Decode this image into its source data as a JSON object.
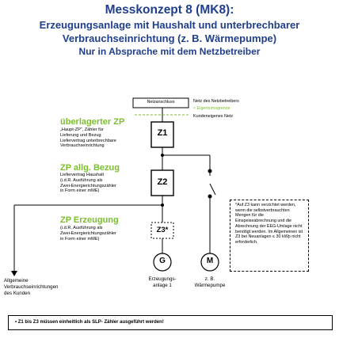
{
  "title": {
    "line1": "Messkonzept 8 (MK8):",
    "line2": "Erzeugungsanlage mit Haushalt und unterbrechbarer",
    "line3": "Verbrauchseinrichtung  (z. B. Wärmepumpe)",
    "line4": "Nur in Absprache mit dem Netzbetreiber"
  },
  "grid": {
    "connection_label": "Netzanschluss",
    "operator_net": "Netz des Netzbetreibers",
    "ownership_boundary": "< Eigentumsgrenze",
    "customer_net": "Kundeneigenes Netz"
  },
  "meters": {
    "z1": "Z1",
    "z2": "Z2",
    "z3": "Z3*"
  },
  "sections": {
    "upstream": {
      "heading": "überlagerter ZP",
      "text": "„Haupt-ZP“, Zähler für\nLieferung und Bezug\nLiefervertrag unterbrechbare\nVerbrauchseinrichtung"
    },
    "supply": {
      "heading": "ZP allg. Bezug",
      "text": "Liefervertrag Haushalt\n(i.d.R. Ausführung als\nZwei-Energierichtungszähler\nin Form einer mME)"
    },
    "generation": {
      "heading": "ZP Erzeugung",
      "text": "(i.d.R. Ausführung als\nZwei-Energierichtungszähler\nin Form einer mME)"
    }
  },
  "devices": {
    "generator_symbol": "G",
    "generator_label_1": "Erzeugungs-",
    "generator_label_2": "anlage 1",
    "motor_symbol": "M",
    "motor_label_1": "z. B.",
    "motor_label_2": "Wärmepumpe",
    "consumers_1": "Allgemeine",
    "consumers_2": "Verbrauchseinrichtungen",
    "consumers_3": "des Kunden"
  },
  "note": "*Auf Z3 kann verzichtet werden, wenn die selbstverbrauchten Mengen für die Einspeiseabrechnung und die Abrechnung der EEG-Umlage nicht benötigt werden. Im Allgemeinen ist Z3 bei Neuanlagen ≤ 30 kWp nicht erforderlich.",
  "footnote": "• Z1 bis Z3 müssen einheitlich als SLP- Zähler ausgeführt werden!",
  "colors": {
    "title": "#1f3e8c",
    "heading_green": "#7bbf2b",
    "boundary_green": "#7bbf2b"
  }
}
